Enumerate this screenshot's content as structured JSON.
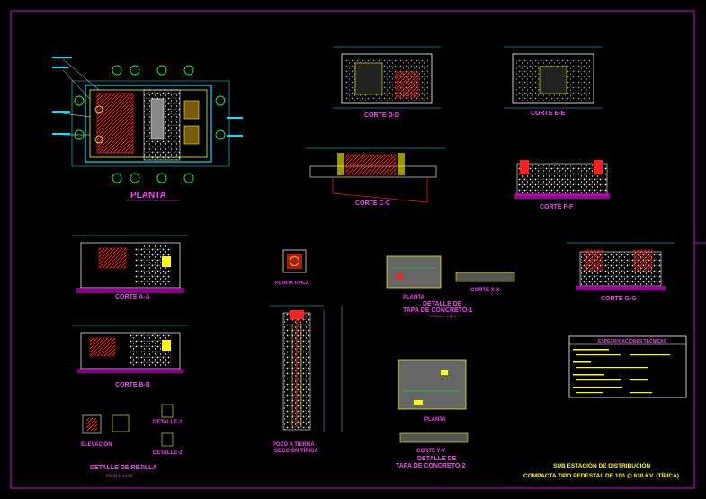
{
  "labels": {
    "planta": "PLANTA",
    "corte_dd": "CORTE D-D",
    "corte_ee": "CORTE E-E",
    "corte_cc": "CORTE C-C",
    "corte_ff": "CORTE F-F",
    "corte_aa": "CORTE A-A",
    "corte_bb": "CORTE B-B",
    "corte_gg": "CORTE G-G",
    "corte_xx": "CORTE X-X",
    "corte_yy": "CORTE Y-Y",
    "planta_tipica": "PLANTA TIPICA",
    "planta_small": "PLANTA",
    "planta_small2": "PLANTA",
    "elevacion": "ELEVACIÓN",
    "detalle1": "DETALLE-1",
    "detalle2": "DETALLE-2",
    "detalle_rejilla": "DETALLE DE REJILLA",
    "detalle_tapa1_a": "DETALLE DE",
    "detalle_tapa1_b": "TAPA DE CONCRETO-1",
    "detalle_tapa2_a": "DETALLE DE",
    "detalle_tapa2_b": "TAPA DE CONCRETO-2",
    "pozo_a": "POZO A TIERRA",
    "pozo_b": "SECCIÓN TÍPICA",
    "escala": "ESCALA: 1/12.5",
    "spec_title": "ESPECIFICACIONES TÉCNICAS",
    "title_a": "SUB ESTACIÓN DE DISTRIBUCIÓN",
    "title_b": "COMPACTA TIPO PEDESTAL DE 100 @ 630 KV. (TÍPICA)"
  },
  "colors": {
    "background": "#000000",
    "border": "#c000c0",
    "cyan": "#00e5ff",
    "yellow": "#ffff00",
    "red": "#ff2020",
    "white": "#ffffff",
    "green": "#00ff40",
    "magenta": "#ff40ff"
  }
}
